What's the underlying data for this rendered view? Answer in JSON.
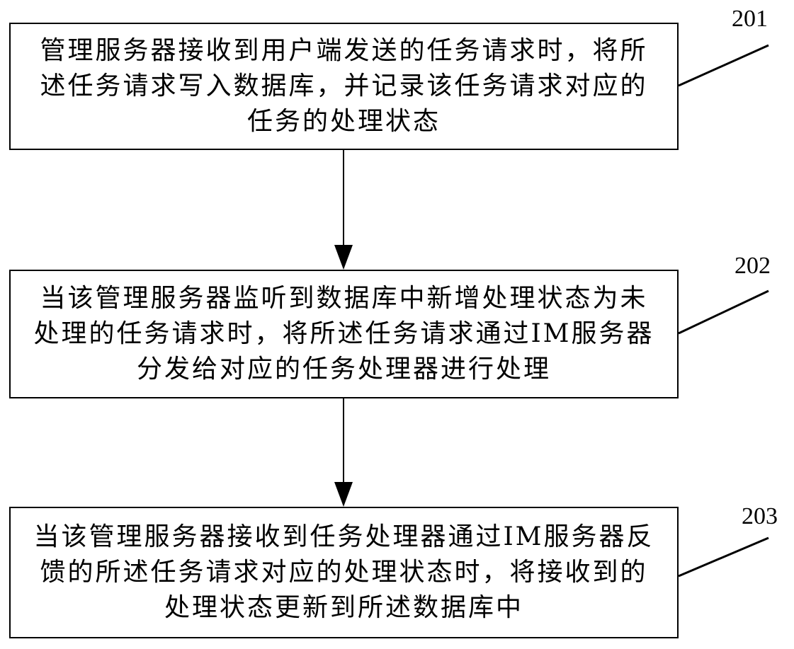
{
  "steps": [
    {
      "number": "201",
      "lines": [
        "管理服务器接收到用户端发送的任务请求时，将所",
        "述任务请求写入数据库，并记录该任务请求对应的",
        "任务的处理状态"
      ]
    },
    {
      "number": "202",
      "lines": [
        "当该管理服务器监听到数据库中新增处理状态为未",
        "处理的任务请求时，将所述任务请求通过IM服务器",
        "分发给对应的任务处理器进行处理"
      ]
    },
    {
      "number": "203",
      "lines": [
        "当该管理服务器接收到任务处理器通过IM服务器反",
        "馈的所述任务请求对应的处理状态时，将接收到的",
        "处理状态更新到所述数据库中"
      ]
    }
  ]
}
